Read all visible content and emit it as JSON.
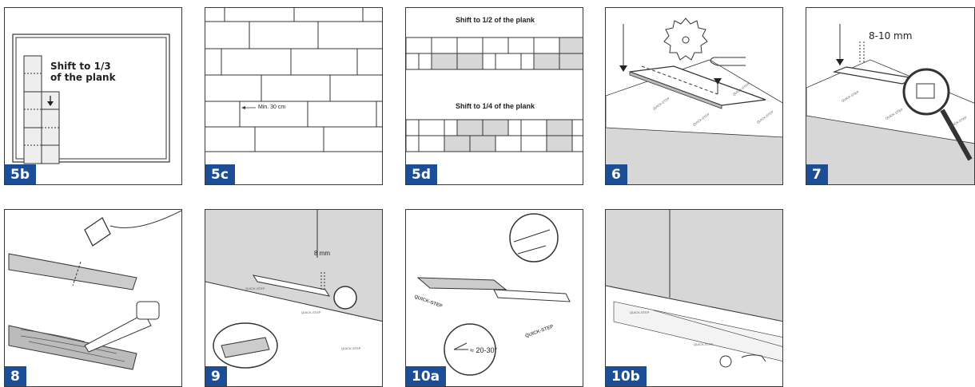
{
  "panels": {
    "p5b": {
      "badge": "5b",
      "label": "Shift to 1/3\nof the plank"
    },
    "p5c": {
      "badge": "5c",
      "label": "Min. 30 cm"
    },
    "p5d": {
      "badge": "5d",
      "top_label": "Shift to 1/2 of the plank",
      "bottom_label": "Shift to 1/4 of the plank"
    },
    "p6": {
      "badge": "6"
    },
    "p7": {
      "badge": "7",
      "label": "8-10 mm"
    },
    "p8": {
      "badge": "8"
    },
    "p9": {
      "badge": "9",
      "label": "8 mm"
    },
    "p10a": {
      "badge": "10a",
      "label": "≈ 20-30°"
    },
    "p10b": {
      "badge": "10b"
    }
  },
  "colors": {
    "badge": "#1b4e97",
    "shade": "#d7d7d7",
    "dark": "#3a3a3a"
  }
}
